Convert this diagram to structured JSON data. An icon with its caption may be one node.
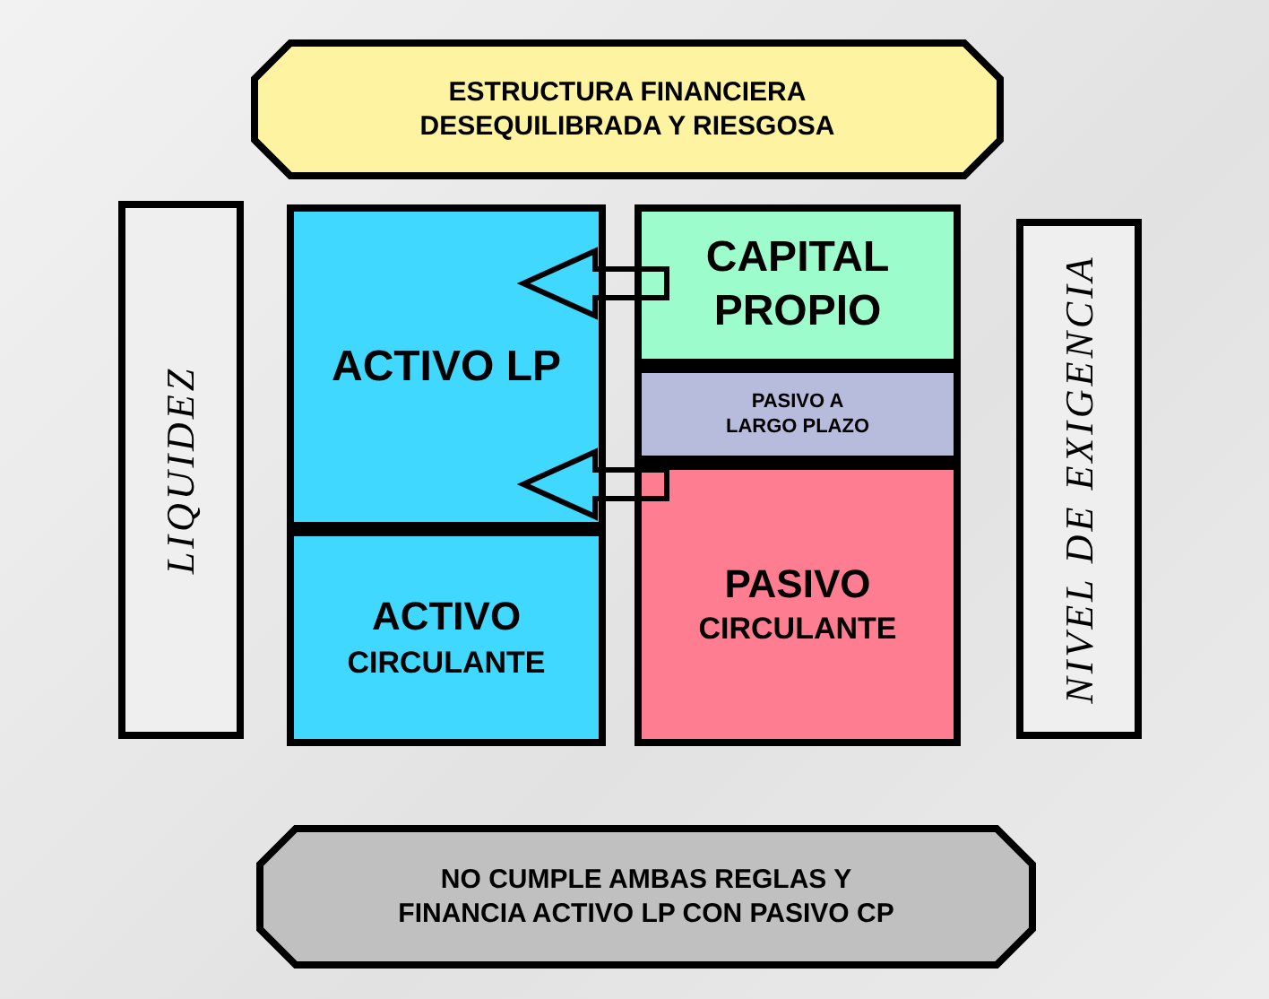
{
  "diagram": {
    "nodes": [
      {
        "text": [
          "ESTRUCTURA FINANCIERA DESEQUILIBRADA Y RIESGOSA"
        ]
      },
      {
        "text": [
          "ACTIVO LP"
        ]
      },
      {
        "text": [
          "ACTIVO",
          "CIRCULANTE"
        ]
      },
      {
        "text": [
          "CAPITAL PROPIO"
        ]
      },
      {
        "text": [
          "PASIVO A LARGO PLAZO"
        ]
      },
      {
        "text": [
          "PASIVO",
          "CIRCULANTE"
        ]
      },
      {
        "text": [
          "LIQUIDEZ"
        ]
      },
      {
        "text": [
          "NIVEL DE EXIGENCIA"
        ]
      },
      {
        "text": [
          "NO CUMPLE AMBAS REGLAS Y FINANCIA ACTIVO LP CON PASIVO CP"
        ]
      }
    ],
    "edges": [
      {
        "from": 3,
        "to": 1,
        "arrow": "to"
      },
      {
        "from": 5,
        "to": 1,
        "arrow": "to"
      }
    ]
  }
}
